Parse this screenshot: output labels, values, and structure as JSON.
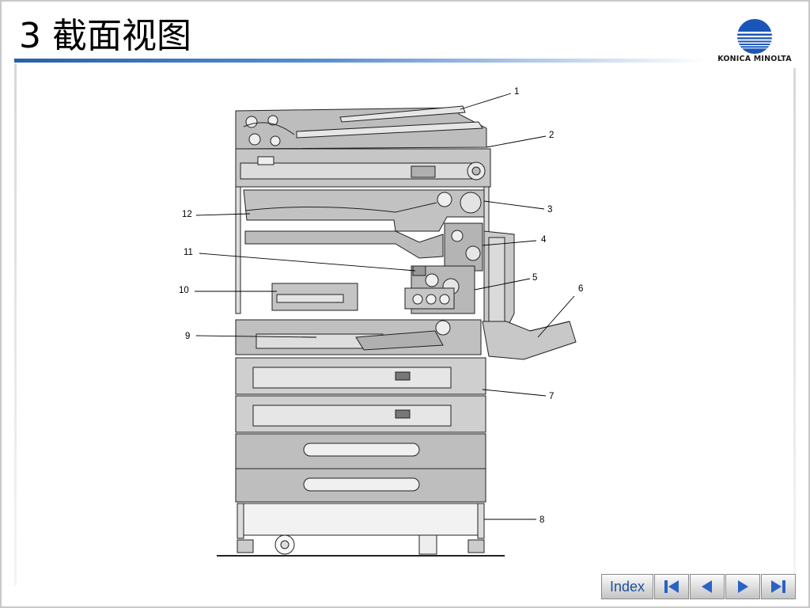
{
  "page": {
    "title": "3 截面视图"
  },
  "brand": {
    "logo_text": "KONICA MINOLTA",
    "colors": {
      "title_rule": "#2a5fa8",
      "logo_blue": "#1a56b8",
      "nav_text": "#1f4f9a",
      "nav_icon": "#2a63c4"
    }
  },
  "diagram": {
    "callouts": [
      "1",
      "2",
      "3",
      "4",
      "5",
      "6",
      "7",
      "8",
      "9",
      "10",
      "11",
      "12"
    ]
  },
  "nav": {
    "index_label": "Index",
    "icons": [
      "first-page-icon",
      "previous-page-icon",
      "next-page-icon",
      "last-page-icon"
    ]
  }
}
